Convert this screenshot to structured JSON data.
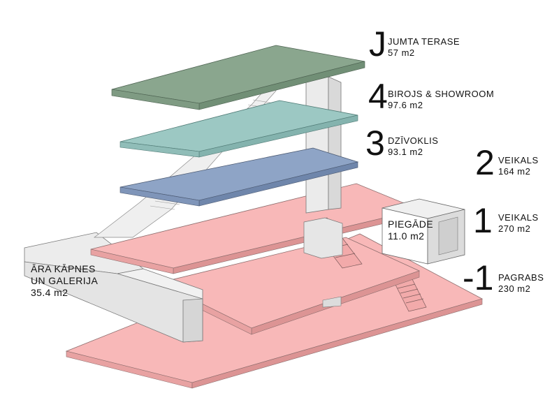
{
  "colors": {
    "roof": "#8aa68e",
    "office": "#9cc8c3",
    "apartment": "#8ea4c6",
    "retail": "#f8b8b8",
    "structure": "#e9e9e9",
    "outline": "#555555"
  },
  "floors": [
    {
      "id": "J",
      "number": "J",
      "name": "JUMTA TERASE",
      "area": "57 m2"
    },
    {
      "id": "4",
      "number": "4",
      "name": "BIROJS & SHOWROOM",
      "area": "97.6 m2"
    },
    {
      "id": "3",
      "number": "3",
      "name": "DZĪVOKLIS",
      "area": "93.1 m2"
    },
    {
      "id": "2",
      "number": "2",
      "name": "VEIKALS",
      "area": "164 m2"
    },
    {
      "id": "1",
      "number": "1",
      "name": "VEIKALS",
      "area": "270 m2"
    },
    {
      "id": "-1",
      "number": "-1",
      "name": "PAGRABS",
      "area": "230 m2"
    }
  ],
  "delivery": {
    "name": "PIEGĀDE",
    "area": "11.0 m2"
  },
  "gallery": {
    "line1": "ĀRA KĀPNES",
    "line2": "UN GALERIJA",
    "area": "35.4 m2"
  }
}
